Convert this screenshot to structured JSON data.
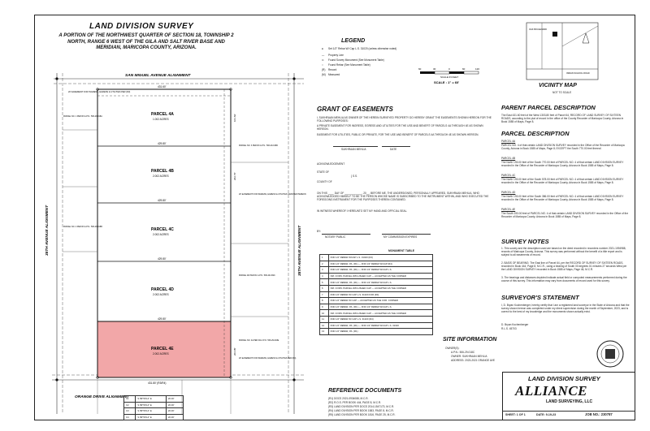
{
  "title": "LAND DIVISION SURVEY",
  "subtitle": "A PORTION OF THE NORTHWEST QUARTER OF SECTION 18, TOWNSHIP 2 NORTH, RANGE 6 WEST OF THE GILA AND SALT RIVER BASE AND MERIDIAN, MARICOPA COUNTY, ARIZONA.",
  "roads": {
    "top": "SAN MIGUEL AVENUE ALIGNMENT",
    "bottom": "ORANGE DRIVE ALIGNMENT",
    "west": "35TH AVENUE ALIGNMENT",
    "east": "35TH AVENUE ALIGNMENT"
  },
  "parcels": [
    {
      "name": "PARCEL 4A",
      "acres": "1.002 ACRES"
    },
    {
      "name": "PARCEL 4B",
      "acres": "2.002 ACRES"
    },
    {
      "name": "PARCEL 4C",
      "acres": "2.002 ACRES"
    },
    {
      "name": "PARCEL 4D",
      "acres": "2.002 ACRES"
    },
    {
      "name": "PARCEL 4E",
      "acres": "2.002 ACRES"
    }
  ],
  "dims": {
    "width_top": "431.60'",
    "width_mid": "429.80'",
    "width_bot": "431.80' (R3/R4)",
    "depth_a": "101.82'",
    "depth_b": "202.76'",
    "depth_e": "204.05'"
  },
  "easement_labels": [
    "20' EASEMENT FOR INGRESS, EGRESS & UTILITIES PER (R3)",
    "20' EASEMENT FOR INGRESS, EGRESS & UTILITIES GRANTED HEREON",
    "20' EASEMENT FOR INGRESS, EGRESS & UTILITIES PER (R4)"
  ],
  "legend": {
    "title": "LEGEND",
    "items": [
      "Set 1/2\" Rebar W/ Cap L.S. 31020 (unless otherwise noted)",
      "Property Line",
      "Found Survey Monument (See Monument Table)",
      "Found Rebar (See Monument Table)",
      "Record",
      "Measured"
    ]
  },
  "scale": {
    "label": "SCALE IN FEET",
    "ratio": "SCALE : 1\" = 60'",
    "ticks": [
      "60",
      "30",
      "0",
      "60",
      "120"
    ]
  },
  "vicinity": {
    "title": "VICINITY MAP",
    "note": "NOT TO SCALE",
    "roads": [
      "OAK BOULEVARD",
      "INDIAN SCHOOL ROAD"
    ]
  },
  "grant": {
    "title": "GRANT OF EASEMENTS",
    "body": "I, SUKHRAAN MEHLIA AS OWNER OF THE HEREIN SURVEYED PROPERTY DO HEREBY GRANT THE EASEMENTS SHOWN HEREON FOR THE FOLLOWING PURPOSES:",
    "private": "A PRIVATE EASEMENT FOR INGRESS, EGRESS AND UTILITIES FOR THE USE AND BENEFIT OF PARCELS 4A THROUGH 4E AS SHOWN HEREON.",
    "public": "EASEMENT FOR UTILITIES, PUBLIC OR PRIVATE, FOR THE USE AND BENEFIT OF PARCELS 4A THROUGH 4E AS SHOWN HEREON.",
    "sign_name": "SUKHRAAN MEHLIA",
    "sign_date": "DATE",
    "ack": "ACKNOWLEDGEMENT",
    "state": "STATE OF",
    "county": "COUNTY OF",
    "ss": "} S.S.",
    "ack_body": "ON THIS ____ DAY OF ____________, 20__, BEFORE ME, THE UNDERSIGNED, PERSONALLY APPEARED, SUKHRAAN MEHLIA, WHO ACKNOWLEDGED HIMSELF TO BE THE PERSON WHOSE NAME IS SUBSCRIBED TO THE INSTRUMENT WITHIN, AND WHO EXECUTED THE FOREGOING INSTRUMENT FOR THE PURPOSES THEREIN CONTAINED.",
    "witness": "IN WITNESS WHEREOF I HEREUNTO SET MY HAND AND OFFICIAL SEAL.",
    "by": "BY:",
    "notary": "NOTARY PUBLIC",
    "commission": "MY COMMISSION EXPIRES"
  },
  "monument_table": {
    "title": "MONUMENT TABLE",
    "rows": [
      "FND 1/2\" REBAR W/CAP L.S. 31020 (R4)",
      "FND 1/2\" REBAR, PA. (R1) — FND 1/2\" REBAR W/CAP (R4)",
      "FND 1/2\" REBAR, PA. (R1) — FND 1/2\" REBAR W/CAP L.S.",
      "NM. CORN. PARCEL W/FLUSHED CAP — ACCEPTED AS THE CORNER",
      "FND 1/2\" REBAR, PA. (R1) — FND 1/2\" REBAR W/CAP L.S.",
      "NM. CORN. PARCEL W/FLUSHED CAP — ACCEPTED AS THE CORNER",
      "FND 1/2\" REBAR W/ CAP L.S. 31020 FOR (R4)",
      "FND 1/2\" REBAR W/ CAP — ACCEPTED AS THE COR. CORNER",
      "FND 1/2\" REBAR, PA. (R1) — FND 1/2\" REBAR W/CAP L.S.",
      "NM. CORN. PARCEL W/FLUSHED CAP — ACCEPTED AS THE CORNER",
      "FND 1/2\" REBAR W/ CAP L.S. 31020 (R4)",
      "FND 1/2\" REBAR, PA. (R1) — FND 1/2\" REBAR W/CAP L.S. 31020",
      "FND 1/2\" REBAR, PA. (R1)"
    ]
  },
  "site_info": {
    "title": "SITE INFORMATION",
    "lines": [
      "OWNER(S):",
      "A.P.N.: 506-29-018C",
      "OWNER: SUKHRAAN MEHLIA",
      "ADDRESS: 2023-2021 ORANGE AVE"
    ]
  },
  "reference": {
    "title": "REFERENCE DOCUMENTS",
    "items": [
      "(R1)  DOCS 2021-0934088, M.C.R.",
      "(R2)  R.O.S. PER BOOK 444, PAGE 8, M.C.R.",
      "(R3)  LAND DIVISION PER DOCS 2014-1547173, M.C.R.",
      "(R4)  LAND DIVISION PER BOOK 1583, PAGE 8, M.C.R.",
      "(R5)  LAND DIVISION PER BOOK 1816, PAGE 25, M.C.R."
    ]
  },
  "parent": {
    "title": "PARENT PARCEL DESCRIPTION",
    "body": "The East 431.60 feet of the West 1303.80 feet of Parcel 64, RECORD OF LAND SURVEY OF SIXTEEN ROADS, according to the plat of record in the office of the County Recorder of Maricopa County, Arizona in Book 1585 of Maps, Page 8."
  },
  "parcel_desc": {
    "title": "PARCEL DESCRIPTION",
    "items": [
      {
        "label": "PARCEL 4A",
        "text": "PARCEL NO. 4 of that certain LAND DIVISION SURVEY recorded in the Office of the Recorder of Maricopa County, Arizona in Book 1585 of Maps, Page 8;  EXCEPT the South 770.00 feet thereof."
      },
      {
        "label": "PARCEL 4B",
        "text": "The North 193.00 feet of the South 770.00 feet of PARCEL NO. 4 of that certain LAND DIVISION SURVEY recorded in the Office of the Recorder of Maricopa County, Arizona in Book 1585 of Maps, Page 8."
      },
      {
        "label": "PARCEL 4C",
        "text": "The North 193.00 feet of the South 578.00 feet of PARCEL NO. 4 of that certain LAND DIVISION SURVEY recorded in the Office of the Recorder of Maricopa County, Arizona in Book 1585 of Maps, Page 8."
      },
      {
        "label": "PARCEL 4D",
        "text": "The North 193.00 feet of the South 386.00 feet of PARCEL NO. 4 of that certain LAND DIVISION SURVEY recorded in the Office of the Recorder of Maricopa County, Arizona in Book 1585 of Maps, Page 8."
      },
      {
        "label": "PARCEL 4E",
        "text": "The South 193.00 feet of PARCEL NO. 4 of that certain LAND DIVISION SURVEY recorded in the Office of the Recorder of Maricopa County, Arizona in Book 1585 of Maps, Page 8."
      }
    ]
  },
  "notes": {
    "title": "SURVEY NOTES",
    "items": [
      "1.  This survey and the description used are based on the deed recorded in recorders number 2021-1094988, records of Maricopa County, Arizona. This survey was performed without the benefit of a title report and is subject to all easements of record.",
      "2.  BASIS OF BEARING: The East line of Parcel 64, per the RECORD OF SURVEY OF SIXTEEN ROADS, recorded in Book 444, Page 8, M.C.R., using a bearing of South 00 degrees 01 minutes 27 seconds West per the LAND DIVISION SURVEY recorded in Book 1585 of Maps, Page 46, M.C.R.",
      "3.  The bearings and distances depicted indicate actual field or computed measurements performed during the course of this survey. This information may vary from documents of record used for this survey."
    ]
  },
  "statement": {
    "title": "SURVEYOR'S STATEMENT",
    "body": "I, D. Bryan Kochenberger, hereby certify that I am a registered land surveyor in the State of Arizona and that the survey shown hereon was completed under my direct supervision during the month of September, 2023, and is correct to the best of my knowledge and the monuments shown actually exist.",
    "signer": "D. Bryan Kochenberger",
    "rls": "R.L.S. 45703"
  },
  "titleblock": {
    "title": "LAND DIVISION SURVEY",
    "brand": "ALLIANCE",
    "brand_sub": "LAND SURVEYING, LLC",
    "sheet": "SHEET: 1 OF 1",
    "date": "DATE: 9-19-23",
    "job": "JOB NO.: 230787"
  },
  "apn_labels": [
    "PARCEL NO. 1 PER R3  A.P.N.: 506-29-018A",
    "PARCEL NO. 2 PER R3  A.P.N.: 506-29-018B",
    "PARCEL NO. 3 PER R3  A.P.N.: 506-29-018D",
    "PARCEL 4D PER R1  A.P.N.: 506-29-019C",
    "PARCEL NO. 4A PER R4  A.P.N.: 506-29-018E"
  ],
  "curve_table": {
    "rows": [
      [
        "C1",
        "S 89°56'14\" E",
        "20.00'"
      ],
      [
        "C2",
        "S 89°56'14\" E",
        "20.00'"
      ],
      [
        "C3",
        "S 89°56'14\" E",
        "20.00'"
      ],
      [
        "C4",
        "S 89°56'14\" E",
        "20.00'"
      ]
    ]
  },
  "colors": {
    "highlight": "#f2a7a8",
    "line": "#222222",
    "brand": "#111111"
  }
}
